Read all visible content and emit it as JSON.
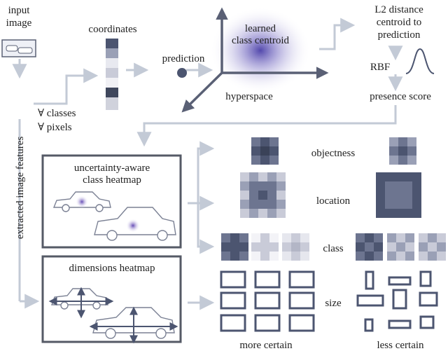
{
  "labels": {
    "input_image_1": "input",
    "input_image_2": "image",
    "coordinates": "coordinates",
    "prediction": "prediction",
    "learned_1": "learned",
    "learned_2": "class centroid",
    "hyperspace": "hyperspace",
    "l2_1": "L2 distance",
    "l2_2": "centroid to",
    "l2_3": "prediction",
    "rbf": "RBF",
    "presence": "presence score",
    "forall_classes": "∀ classes",
    "forall_pixels": "∀ pixels",
    "extracted": "extracted image features",
    "heatmap_1": "uncertainty-aware",
    "heatmap_2": "class heatmap",
    "dimensions": "dimensions heatmap",
    "objectness": "objectness",
    "location": "location",
    "class": "class",
    "size": "size",
    "more_certain": "more certain",
    "less_certain": "less certain"
  },
  "colors": {
    "arrow": "#c3cad6",
    "box": "#555a66",
    "dark": "#4c5570",
    "mid": "#8a90a8",
    "light": "#c9cbd8",
    "glow": "#5a4fb0"
  }
}
